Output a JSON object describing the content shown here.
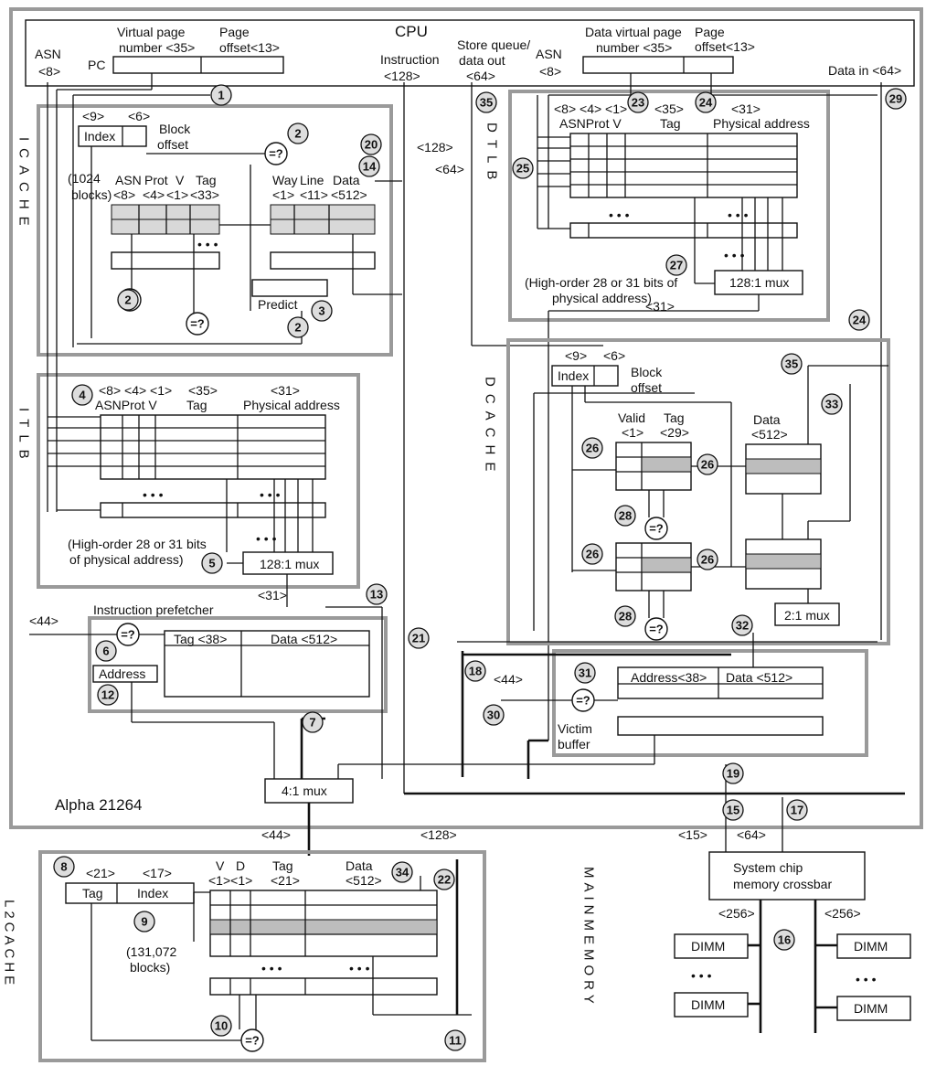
{
  "colors": {
    "group_border": "#9a9a9a",
    "ink": "#111111",
    "row_fill": "#d8d8d8",
    "circle_fill": "#dddddd"
  },
  "labels": {
    "cpu": "CPU",
    "asn": "ASN",
    "asn8": "<8>",
    "pc": "PC",
    "vpn1": "Virtual page",
    "vpn2": "number <35>",
    "pofs1": "Page",
    "pofs2": "offset<13>",
    "instruction": "Instruction",
    "i128": "<128>",
    "store1": "Store queue/",
    "store2": "data out",
    "s64": "<64>",
    "dvpn1": "Data virtual page",
    "dvpn2": "number <35>",
    "dpofs1": "Page",
    "dpofs2": "offset<13>",
    "datain": "Data in <64>",
    "icache_vert": "ICACHE",
    "itlb_vert": "ITLB",
    "dtlb_vert": "DTLB",
    "dcache_vert": "DCACHE",
    "l2_vert": "L2CACHE",
    "mm_vert": "MAINMEMORY",
    "ic_idxw": "<9>",
    "ic_bow": "<6>",
    "ic_index": "Index",
    "ic_block1": "Block",
    "ic_block2": "offset",
    "ic_1024a": "(1024",
    "ic_1024b": "blocks)",
    "ic_asn": "ASN",
    "ic_prot": "Prot",
    "ic_v": "V",
    "ic_tag": "Tag",
    "ic_w1": "<8>",
    "ic_w2": "<4>",
    "ic_w3": "<1>",
    "ic_w4": "<33>",
    "ic_way": "Way",
    "ic_line": "Line",
    "ic_data": "Data",
    "ic_ww": "<1>",
    "ic_lw": "<11>",
    "ic_dw": "<512>",
    "predict": "Predict",
    "eq": "=?",
    "it_w": "<8> <4> <1>",
    "it_asnprotv": "ASNProt V",
    "it_tagw": "<35>",
    "it_tag": "Tag",
    "it_paw": "<31>",
    "it_pa": "Physical address",
    "dots": "• • •",
    "ho1": "(High-order 28 or 31 bits",
    "ho2": "of physical  address)",
    "mux128": "128:1 mux",
    "w31": "<31>",
    "w44": "<44>",
    "iprefetch": "Instruction prefetcher",
    "ip_tag": "Tag <38>",
    "ip_data": "Data <512>",
    "address": "Address",
    "dt_w": "<8> <4> <1>",
    "dt_asnprotv": "ASNProt V",
    "dt_tagw": "<35>",
    "dt_tag": "Tag",
    "dt_paw": "<31>",
    "dt_pa": "Physical address",
    "dho1": "(High-order 28 or 31 bits of",
    "dho2": "physical  address)",
    "w64": "<64>",
    "dc_idxw": "<9>",
    "dc_bow": "<6>",
    "dc_index": "Index",
    "dc_block1": "Block",
    "dc_block2": "offset",
    "valid": "Valid",
    "valid_w": "<1>",
    "dtag": "Tag",
    "dtag_w": "<29>",
    "ddata": "Data",
    "ddata_w": "<512>",
    "mux2": "2:1 mux",
    "vb_addr": "Address<38>",
    "vb_data": "Data <512>",
    "victim1": "Victim",
    "victim2": "buffer",
    "mux4": "4:1 mux",
    "alpha": "Alpha 21264",
    "w15": "<15>",
    "w128": "<128>",
    "l2_tagw": "<21>",
    "l2_idxw": "<17>",
    "l2_tag": "Tag",
    "l2_index": "Index",
    "l2_131a": "(131,072",
    "l2_131b": "blocks)",
    "l2_v": "V",
    "l2_d": "D",
    "l2_vdw": "<1><1>",
    "l2_tag2": "Tag",
    "l2_tag2w": "<21>",
    "l2_data": "Data",
    "l2_dataw": "<512>",
    "sys1": "System chip",
    "sys2": "memory crossbar",
    "w256": "<256>",
    "dimm": "DIMM"
  },
  "circles": [
    "1",
    "2",
    "3",
    "4",
    "5",
    "6",
    "7",
    "8",
    "9",
    "10",
    "11",
    "12",
    "13",
    "14",
    "15",
    "16",
    "17",
    "18",
    "19",
    "20",
    "21",
    "22",
    "23",
    "24",
    "25",
    "26",
    "27",
    "28",
    "29",
    "30",
    "31",
    "32",
    "33",
    "34",
    "35"
  ]
}
